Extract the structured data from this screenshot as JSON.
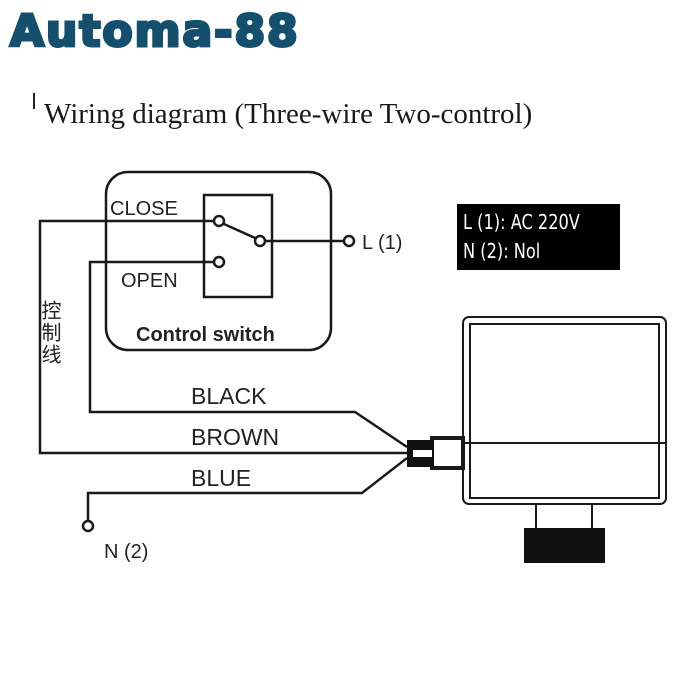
{
  "brand": {
    "text": "Automa-88",
    "color": "#14506e"
  },
  "title": "Wiring diagram (Three-wire Two-control)",
  "control_switch": {
    "label": "Control switch",
    "close_label": "CLOSE",
    "open_label": "OPEN"
  },
  "terminals": {
    "live": "L (1)",
    "neutral": "N (2)"
  },
  "side_label": "控制线",
  "wires": {
    "black": "BLACK",
    "brown": "BROWN",
    "blue": "BLUE"
  },
  "legend": {
    "line1": "L (1): AC 220V",
    "line2": "N (2): Nol"
  }
}
